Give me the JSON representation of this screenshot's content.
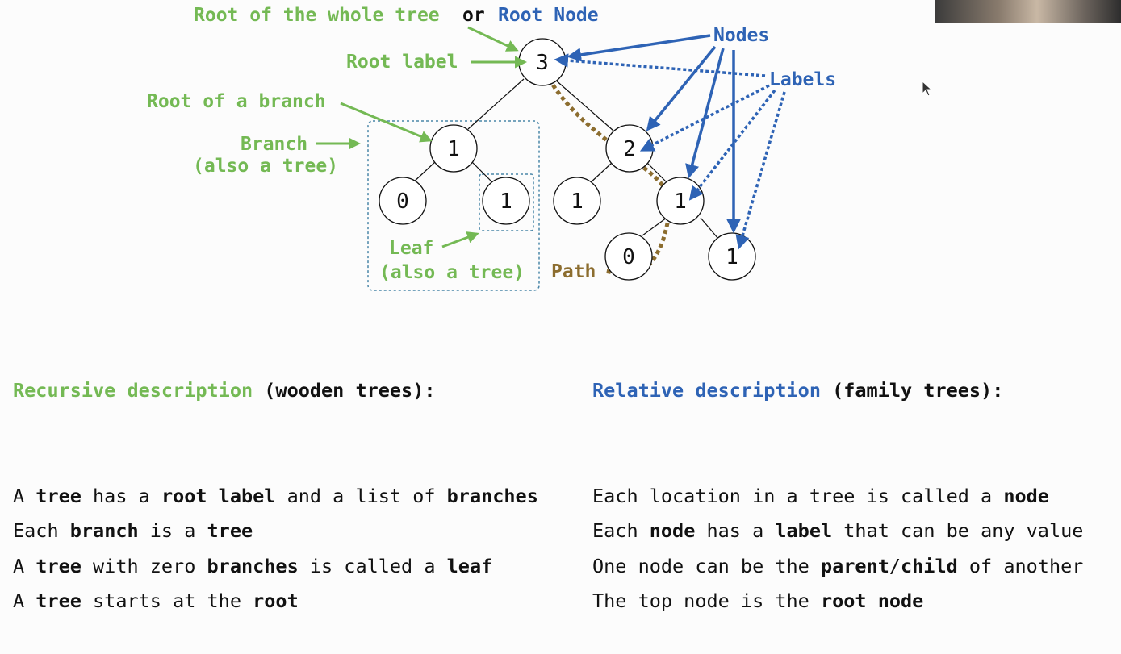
{
  "tree": {
    "nodes": [
      {
        "id": "n3",
        "label": "3"
      },
      {
        "id": "n1a",
        "label": "1"
      },
      {
        "id": "n2",
        "label": "2"
      },
      {
        "id": "n0a",
        "label": "0"
      },
      {
        "id": "n1b",
        "label": "1"
      },
      {
        "id": "n1c",
        "label": "1"
      },
      {
        "id": "n1d",
        "label": "1"
      },
      {
        "id": "n0b",
        "label": "0"
      },
      {
        "id": "n1e",
        "label": "1"
      }
    ]
  },
  "annotations": {
    "root_whole_tree": "Root of the whole tree",
    "or_word": "or",
    "root_node": "Root Node",
    "root_label": "Root label",
    "root_of_branch": "Root of a branch",
    "branch": "Branch",
    "branch_sub": "(also a tree)",
    "leaf": "Leaf",
    "leaf_sub": "(also a tree)",
    "path": "Path",
    "nodes": "Nodes",
    "labels": "Labels"
  },
  "colors": {
    "green": "#74b954",
    "blue": "#2e63b5",
    "brown": "#8c6d2f",
    "dashed_box": "#4a86a8"
  },
  "left_description": {
    "heading": "Recursive description",
    "heading_suffix": " (wooden trees):",
    "lines": [
      [
        [
          "A ",
          false
        ],
        [
          "tree",
          true
        ],
        [
          " has a ",
          false
        ],
        [
          "root label",
          true
        ],
        [
          " and a list of ",
          false
        ],
        [
          "branches",
          true
        ]
      ],
      [
        [
          "Each ",
          false
        ],
        [
          "branch",
          true
        ],
        [
          " is a ",
          false
        ],
        [
          "tree",
          true
        ]
      ],
      [
        [
          "A ",
          false
        ],
        [
          "tree",
          true
        ],
        [
          " with zero ",
          false
        ],
        [
          "branches",
          true
        ],
        [
          " is called a ",
          false
        ],
        [
          "leaf",
          true
        ]
      ],
      [
        [
          "A ",
          false
        ],
        [
          "tree",
          true
        ],
        [
          " starts at the ",
          false
        ],
        [
          "root",
          true
        ]
      ]
    ]
  },
  "right_description": {
    "heading": "Relative description",
    "heading_suffix": " (family trees):",
    "lines": [
      [
        [
          "Each location in a tree is called a ",
          false
        ],
        [
          "node",
          true
        ]
      ],
      [
        [
          "Each ",
          false
        ],
        [
          "node",
          true
        ],
        [
          " has a ",
          false
        ],
        [
          "label",
          true
        ],
        [
          " that can be any value",
          false
        ]
      ],
      [
        [
          "One node can be the ",
          false
        ],
        [
          "parent",
          true
        ],
        [
          "/",
          false
        ],
        [
          "child",
          true
        ],
        [
          " of another",
          false
        ]
      ],
      [
        [
          "The top node is the ",
          false
        ],
        [
          "root node",
          true
        ]
      ]
    ]
  }
}
